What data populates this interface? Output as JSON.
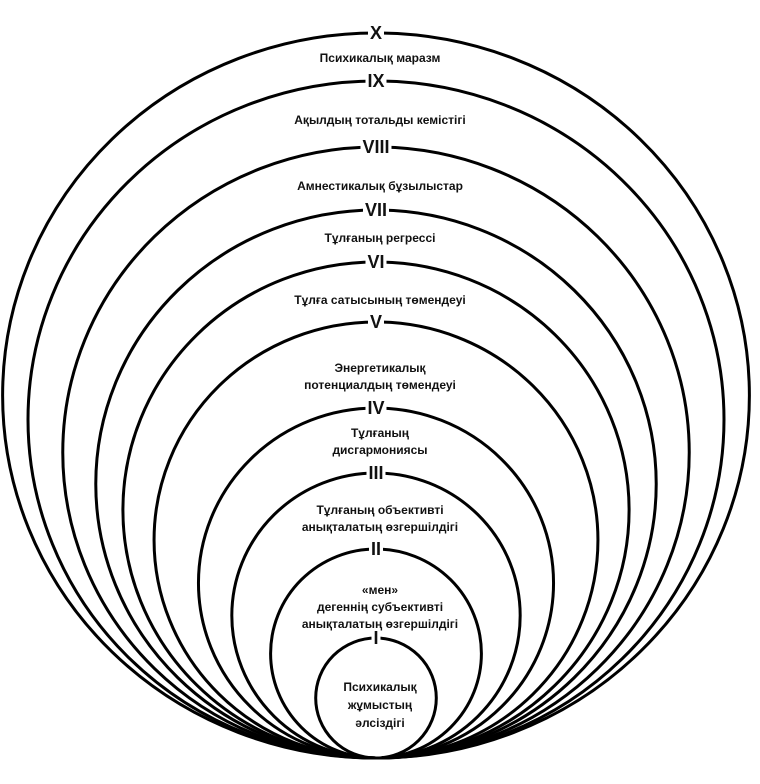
{
  "levels": [
    {
      "numeral": "I",
      "lines": [
        "Психикалық",
        "жұмыстың",
        "әлсіздігі"
      ]
    },
    {
      "numeral": "II",
      "lines": [
        "«мен»",
        "дегеннің субъективті",
        "анықталатың өзгершілдігі"
      ]
    },
    {
      "numeral": "III",
      "lines": [
        "Тұлғаның объективті",
        "анықталатың өзгершілдігі"
      ]
    },
    {
      "numeral": "IV",
      "lines": [
        "Тұлғаның",
        "дисгармониясы"
      ]
    },
    {
      "numeral": "V",
      "lines": [
        "Энергетикалық",
        "потенциалдың төмендеуі"
      ]
    },
    {
      "numeral": "VI",
      "lines": [
        "Тұлға сатысының төмендеуі"
      ]
    },
    {
      "numeral": "VII",
      "lines": [
        "Тұлғаның регрессі"
      ]
    },
    {
      "numeral": "VIII",
      "lines": [
        "Амнестикалық бұзылыстар"
      ]
    },
    {
      "numeral": "IX",
      "lines": [
        "Ақылдың тотальды кемістігі"
      ]
    },
    {
      "numeral": "X",
      "lines": [
        "Психикалық маразм"
      ]
    }
  ],
  "colors": {
    "stroke": "#000000",
    "background": "#ffffff"
  }
}
